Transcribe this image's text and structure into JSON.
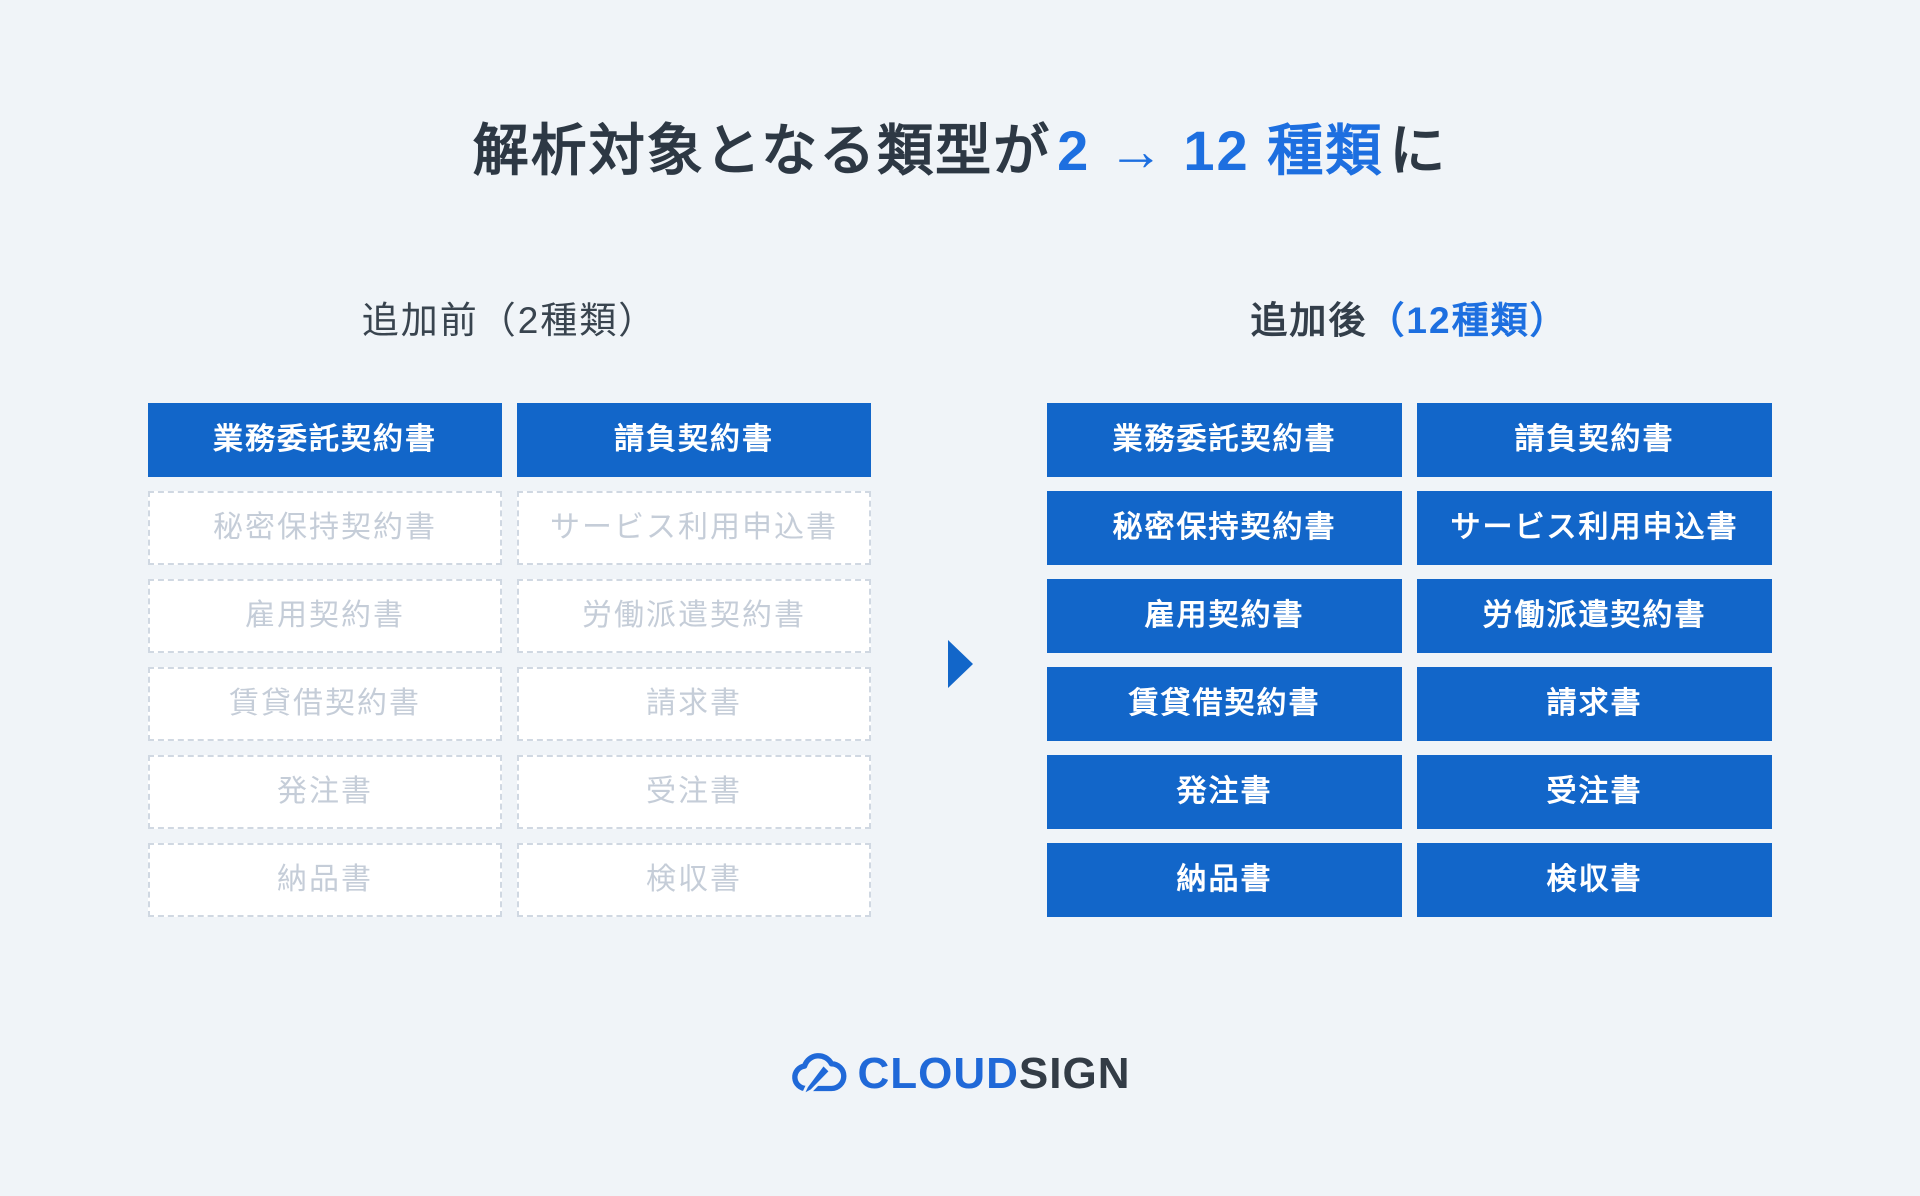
{
  "title": {
    "prefix": "解析対象となる類型が",
    "highlight": "2 → 12 種類",
    "suffix": "に"
  },
  "before": {
    "header": "追加前（2種類）",
    "items": [
      {
        "label": "業務委託契約書",
        "highlighted": true
      },
      {
        "label": "請負契約書",
        "highlighted": true
      },
      {
        "label": "秘密保持契約書",
        "highlighted": false
      },
      {
        "label": "サービス利用申込書",
        "highlighted": false
      },
      {
        "label": "雇用契約書",
        "highlighted": false
      },
      {
        "label": "労働派遣契約書",
        "highlighted": false
      },
      {
        "label": "賃貸借契約書",
        "highlighted": false
      },
      {
        "label": "請求書",
        "highlighted": false
      },
      {
        "label": "発注書",
        "highlighted": false
      },
      {
        "label": "受注書",
        "highlighted": false
      },
      {
        "label": "納品書",
        "highlighted": false
      },
      {
        "label": "検収書",
        "highlighted": false
      }
    ]
  },
  "after": {
    "header_prefix": "追加後",
    "header_highlight": "（12種類）",
    "items": [
      {
        "label": "業務委託契約書",
        "highlighted": true
      },
      {
        "label": "請負契約書",
        "highlighted": true
      },
      {
        "label": "秘密保持契約書",
        "highlighted": true
      },
      {
        "label": "サービス利用申込書",
        "highlighted": true
      },
      {
        "label": "雇用契約書",
        "highlighted": true
      },
      {
        "label": "労働派遣契約書",
        "highlighted": true
      },
      {
        "label": "賃貸借契約書",
        "highlighted": true
      },
      {
        "label": "請求書",
        "highlighted": true
      },
      {
        "label": "発注書",
        "highlighted": true
      },
      {
        "label": "受注書",
        "highlighted": true
      },
      {
        "label": "納品書",
        "highlighted": true
      },
      {
        "label": "検収書",
        "highlighted": true
      }
    ]
  },
  "logo": {
    "cloud": "CLOUD",
    "sign": "SIGN"
  },
  "colors": {
    "background": "#f0f4f8",
    "box_blue": "#1266c9",
    "accent_blue_text": "#1d6fe0",
    "dark_text": "#2d3844",
    "muted_text": "#c5cdd8",
    "dashed_border": "#d0d8e2",
    "logo_blue": "#2069d8",
    "logo_dark": "#333c46",
    "box_text_white": "#ffffff"
  }
}
